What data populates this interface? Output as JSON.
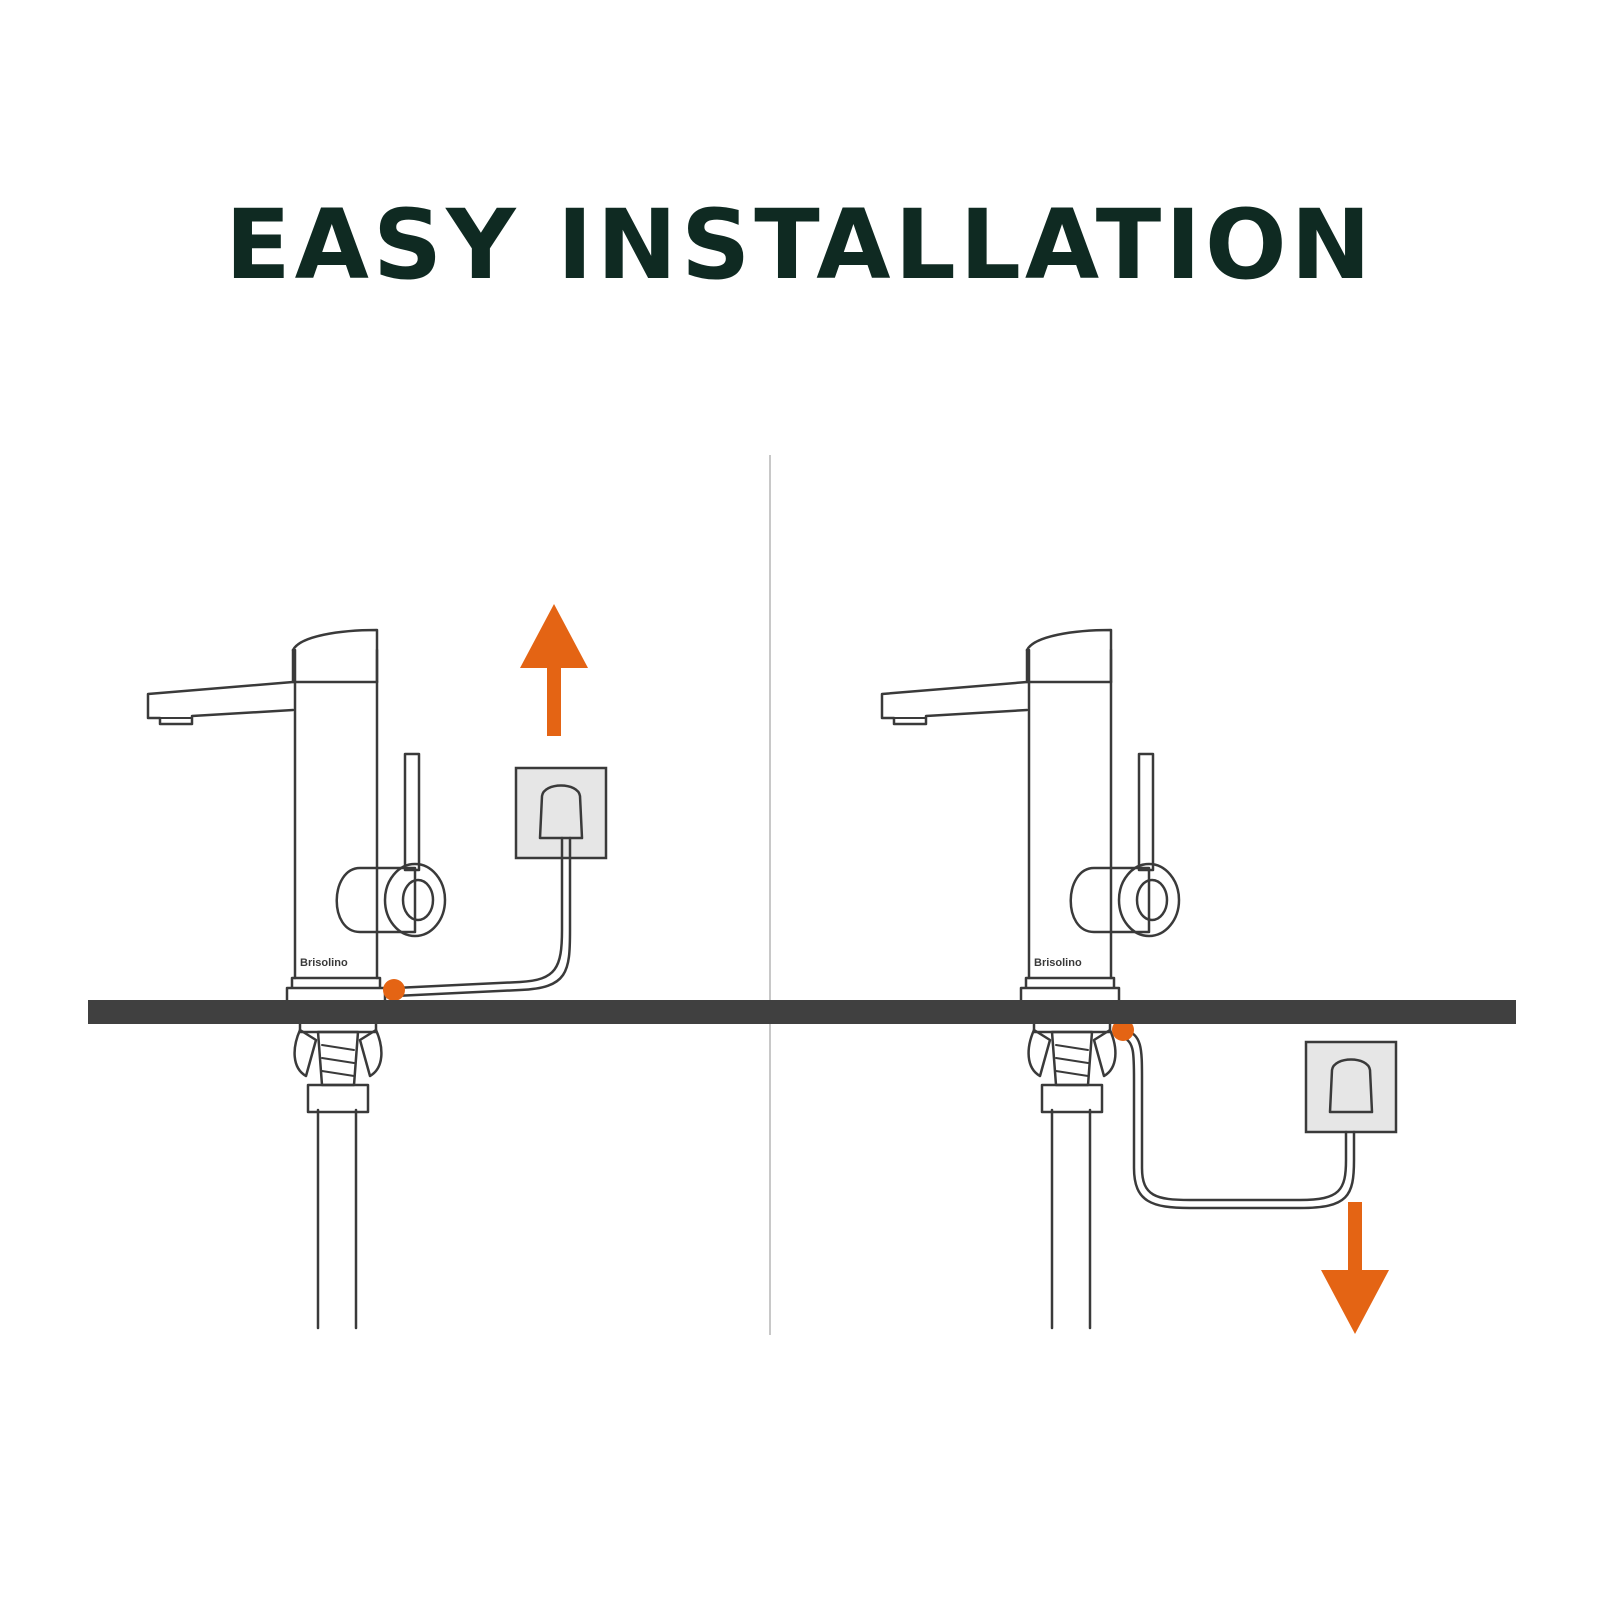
{
  "header": {
    "title": "EASY INSTALLATION"
  },
  "tap": {
    "brand_label": "Brisolino"
  },
  "colors": {
    "title": "#0f2a22",
    "line": "#3a3a3a",
    "countertop": "#404040",
    "accent": "#e46414",
    "socket_fill": "#e6e6e6",
    "divider": "#c8c8c8"
  },
  "panels": [
    {
      "name": "above-counter",
      "socket_position": "above-countertop",
      "arrow": "arrow-up-icon"
    },
    {
      "name": "below-counter",
      "socket_position": "below-countertop",
      "arrow": "arrow-down-icon"
    }
  ]
}
